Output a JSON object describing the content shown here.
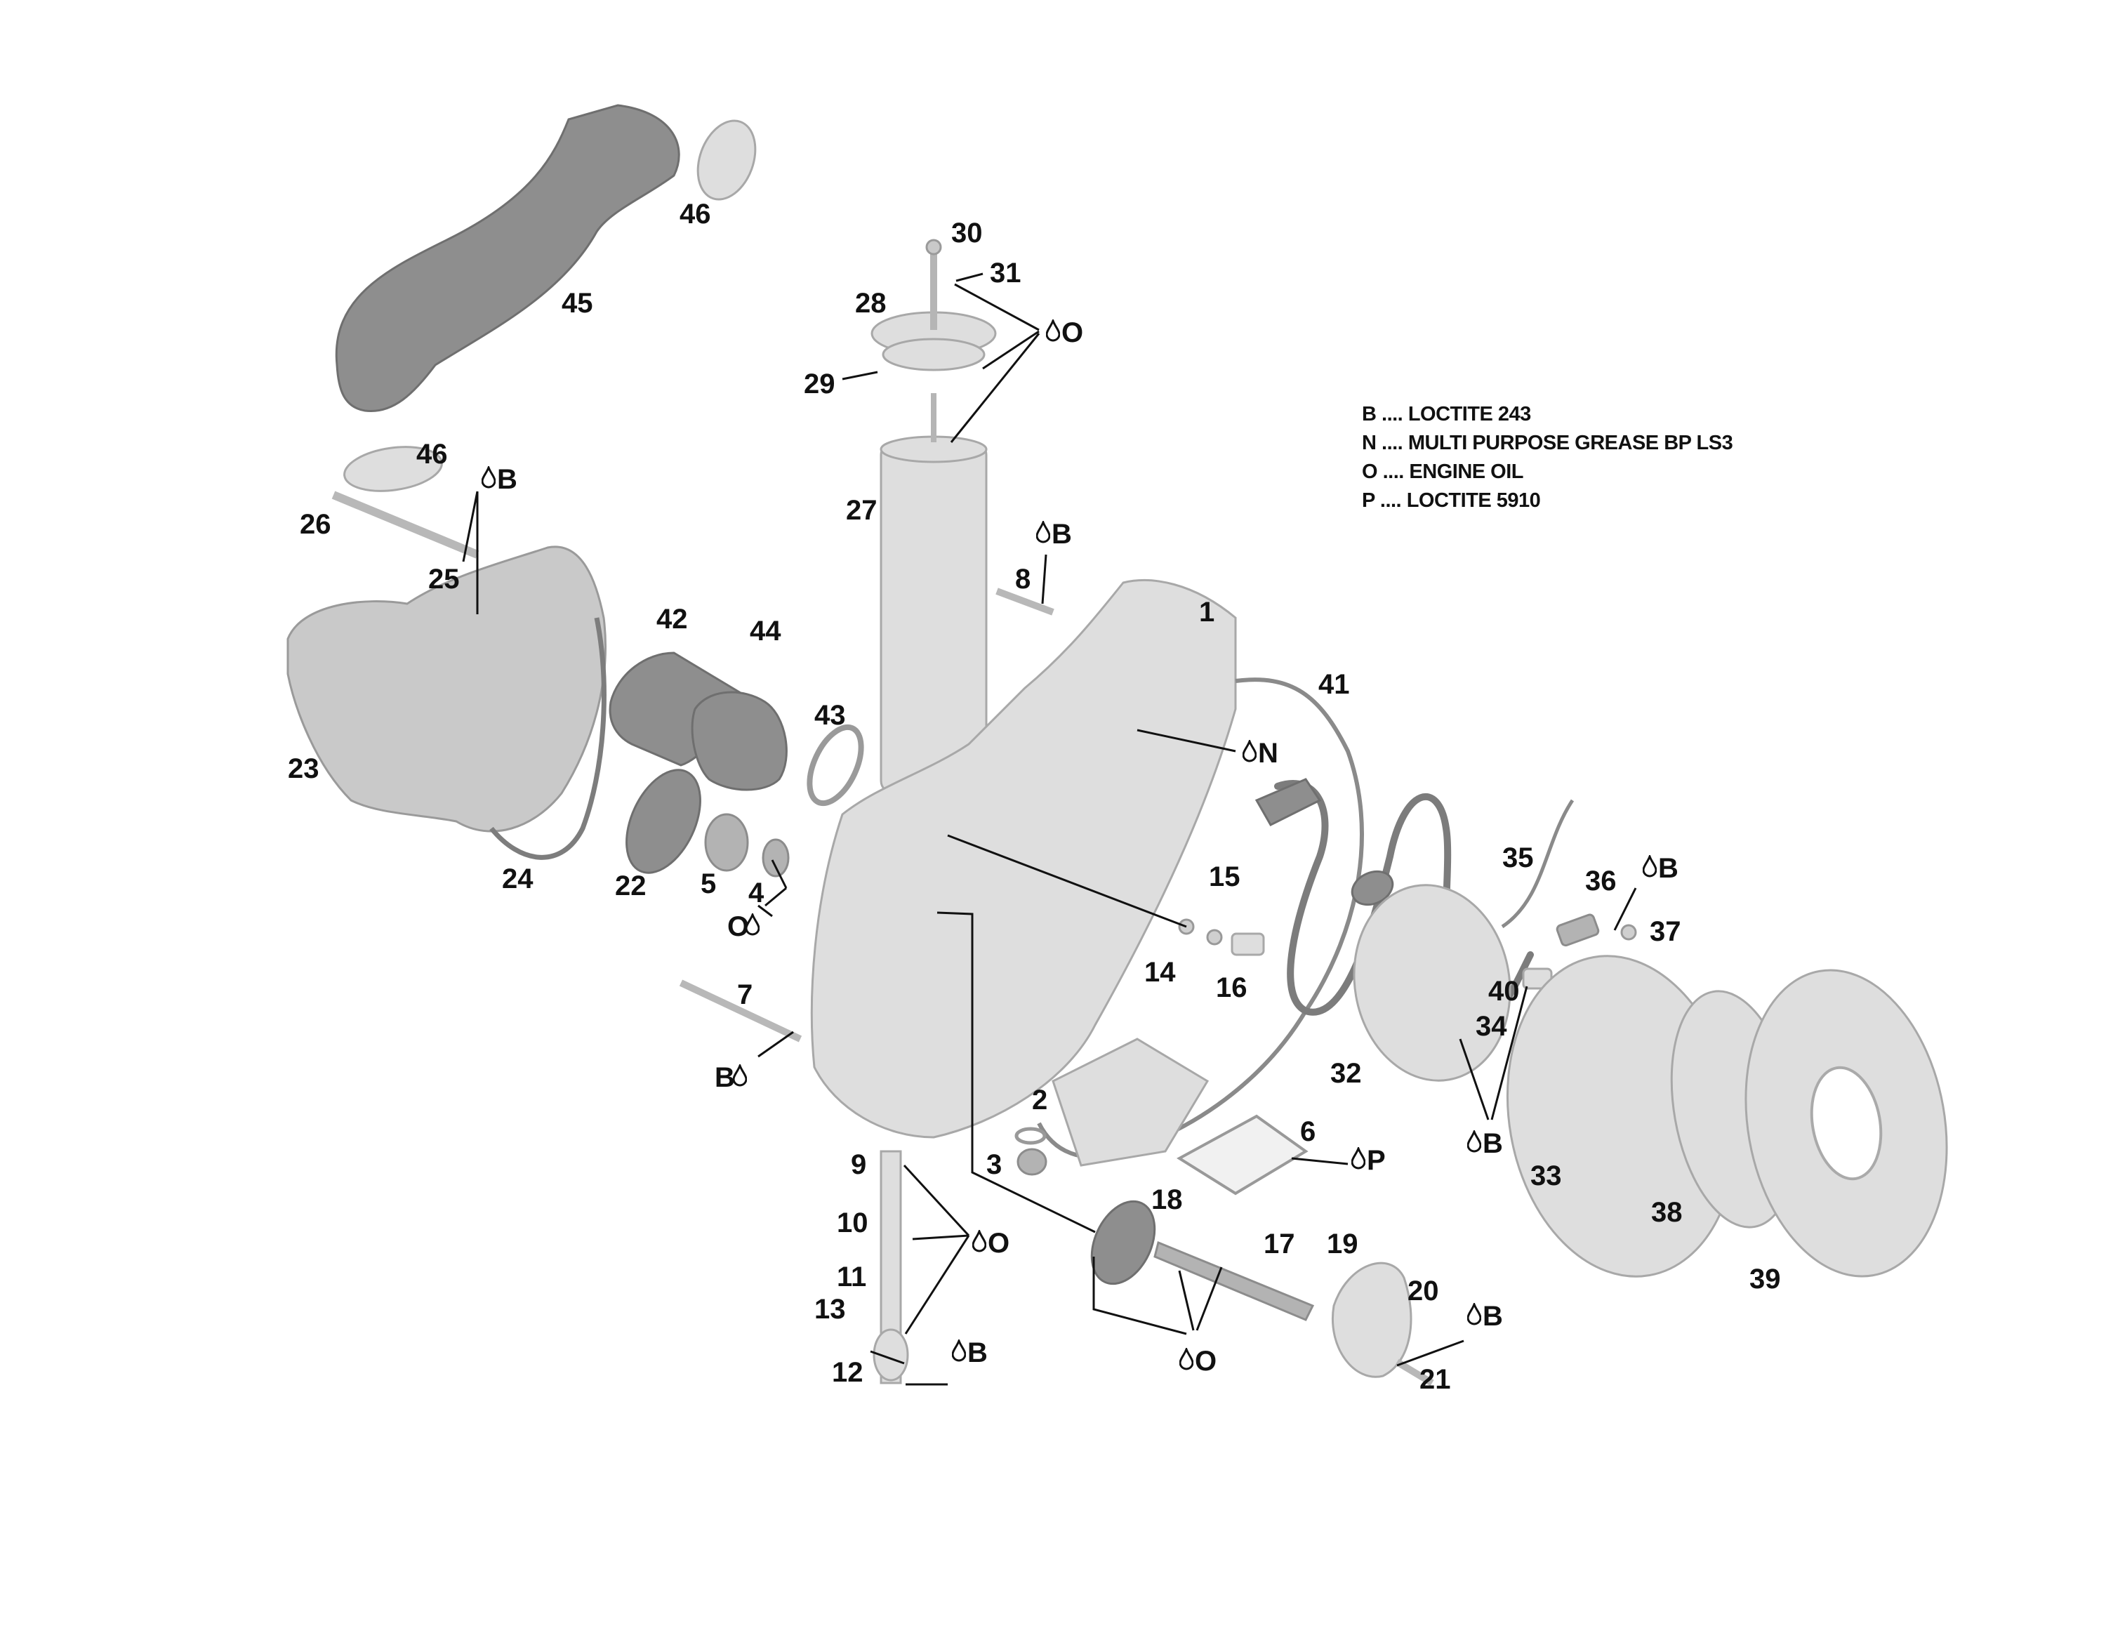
{
  "legend": [
    {
      "code": "B",
      "separator": "....",
      "text": "LOCTITE 243"
    },
    {
      "code": "N",
      "separator": "....",
      "text": "MULTI PURPOSE GREASE BP LS3"
    },
    {
      "code": "O",
      "separator": "....",
      "text": "ENGINE OIL"
    },
    {
      "code": "P",
      "separator": "....",
      "text": "LOCTITE 5910"
    }
  ],
  "callouts": {
    "c1": "1",
    "c2": "2",
    "c3": "3",
    "c4": "4",
    "c5": "5",
    "c6": "6",
    "c7": "7",
    "c8": "8",
    "c9": "9",
    "c10": "10",
    "c11": "11",
    "c12": "12",
    "c13": "13",
    "c14": "14",
    "c15": "15",
    "c16": "16",
    "c17": "17",
    "c18": "18",
    "c19": "19",
    "c20": "20",
    "c21": "21",
    "c22": "22",
    "c23": "23",
    "c24": "24",
    "c25": "25",
    "c26": "26",
    "c27": "27",
    "c28": "28",
    "c29": "29",
    "c30": "30",
    "c31": "31",
    "c32": "32",
    "c33": "33",
    "c34": "34",
    "c35": "35",
    "c36": "36",
    "c37": "37",
    "c38": "38",
    "c39": "39",
    "c40": "40",
    "c41": "41",
    "c42": "42",
    "c43": "43",
    "c44": "44",
    "c45": "45",
    "c46a": "46",
    "c46b": "46"
  },
  "product_tags": {
    "t_b25": "B",
    "t_o31": "O",
    "t_b8": "B",
    "t_n41": "N",
    "t_o4": "O",
    "t_b7": "B",
    "t_b37": "B",
    "t_b34": "B",
    "t_p6": "P",
    "t_o10": "O",
    "t_b12": "B",
    "t_o17": "O",
    "t_b21": "B"
  }
}
